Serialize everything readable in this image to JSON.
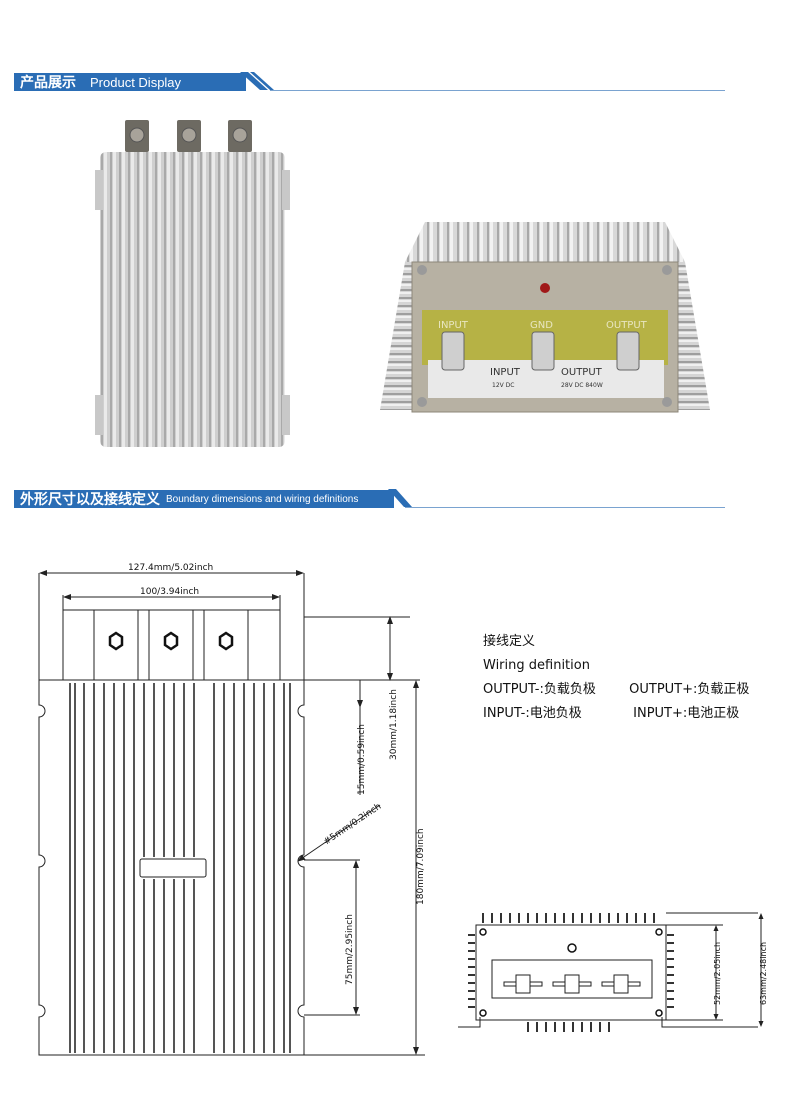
{
  "sections": [
    {
      "title_cn": "产品展示",
      "title_en": "Product Display"
    },
    {
      "title_cn": "外形尺寸以及接线定义",
      "title_en": "Boundary dimensions and wiring definitions"
    }
  ],
  "product_photo": {
    "front_panel": {
      "label_input_top": "INPUT",
      "label_gnd_top": "GND",
      "label_output_top": "OUTPUT",
      "label_input": "INPUT",
      "label_input_spec": "12V DC",
      "label_output": "OUTPUT",
      "label_output_spec": "28V DC 840W"
    }
  },
  "dimensions": {
    "overall_width": "127.4mm/5.02inch",
    "terminal_span": "100/3.94inch",
    "top_offset": "30mm/1.18inch",
    "terminal_height": "15mm/0.59inch",
    "hole_diameter": "#5mm/0.2inch",
    "hole_spacing": "75mm/2.95inch",
    "overall_length": "180mm/7.09inch",
    "body_height": "52mm/2.05inch",
    "total_height": "63mm/2.48inch"
  },
  "wiring": {
    "title_cn": "接线定义",
    "title_en": "Wiring definition",
    "output_neg": "OUTPUT-:负载负极",
    "output_pos": "OUTPUT+:负载正极",
    "input_neg": "INPUT-:电池负极",
    "input_pos": "INPUT+:电池正极"
  },
  "colors": {
    "header_blue": "#2a6db5",
    "rule_blue": "#7aa3d0"
  }
}
